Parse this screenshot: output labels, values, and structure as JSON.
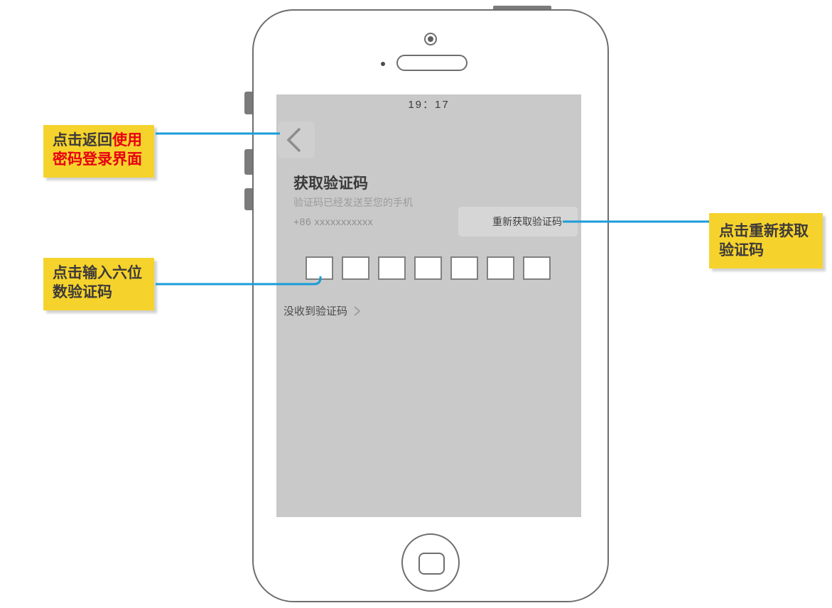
{
  "colors": {
    "callout_bg": "#F5D32C",
    "callout_text": "#3E3A39",
    "callout_red": "#E60012",
    "connector_blue": "#1B9CD8",
    "screen_bg": "#C9C9C9",
    "resend_btn_bg": "#D6D6D6",
    "phone_outline": "#6E6E6E"
  },
  "annotations": {
    "back_note": {
      "black": "点击返回",
      "red": "使用密码登录界面"
    },
    "input_note": {
      "text": "点击输入六位数验证码"
    },
    "resend_note": {
      "text": "点击重新获取验证码"
    }
  },
  "phone": {
    "status_time": "19：17",
    "screen": {
      "title": "获取验证码",
      "subtitle": "验证码已经发送至您的手机",
      "phone_number": "+86 xxxxxxxxxxx",
      "resend_label": "重新获取验证码",
      "code_box_count": 7,
      "not_received_label": "没收到验证码"
    }
  }
}
